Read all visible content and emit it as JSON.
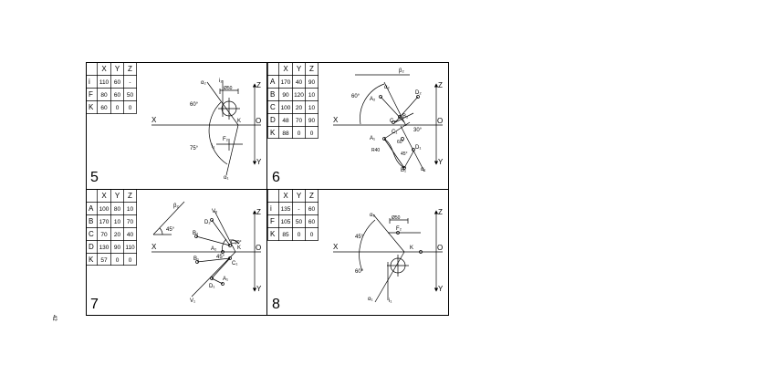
{
  "page_number": "42",
  "panels": [
    {
      "number": "5",
      "table": {
        "headers": [
          "",
          "X",
          "Y",
          "Z"
        ],
        "rows": [
          [
            "i",
            "110",
            "60",
            "-"
          ],
          [
            "F",
            "80",
            "60",
            "50"
          ],
          [
            "K",
            "60",
            "0",
            "0"
          ]
        ]
      },
      "labels": {
        "x": "X",
        "z": "Z",
        "y": "Y",
        "o": "O",
        "k": "K",
        "alpha2": "α₂",
        "alpha1": "α₁",
        "i2": "i₂",
        "i1": "i₁",
        "f2": "F₂",
        "dia": "Ø50",
        "ang60": "60°",
        "ang75": "75°"
      }
    },
    {
      "number": "6",
      "table": {
        "headers": [
          "",
          "X",
          "Y",
          "Z"
        ],
        "rows": [
          [
            "A",
            "170",
            "40",
            "90"
          ],
          [
            "B",
            "90",
            "120",
            "10"
          ],
          [
            "C",
            "100",
            "20",
            "10"
          ],
          [
            "D",
            "48",
            "70",
            "90"
          ],
          [
            "K",
            "88",
            "0",
            "0"
          ]
        ]
      },
      "labels": {
        "x": "X",
        "z": "Z",
        "y": "Y",
        "o": "O",
        "beta2": "β₂",
        "alpha2": "α₂",
        "alpha1": "α₁",
        "a2": "A₂",
        "d2": "D₂",
        "c2": "C₂",
        "b2": "B₂",
        "a1": "A₁",
        "c1": "C₁",
        "d1": "D₁",
        "b1": "B₁",
        "ang60": "60°",
        "ang60b": "60°",
        "ang30": "30°",
        "ang45": "45°",
        "r40": "R40"
      }
    },
    {
      "number": "7",
      "table": {
        "headers": [
          "",
          "X",
          "Y",
          "Z"
        ],
        "rows": [
          [
            "A",
            "100",
            "80",
            "10"
          ],
          [
            "B",
            "170",
            "10",
            "70"
          ],
          [
            "C",
            "70",
            "20",
            "40"
          ],
          [
            "D",
            "130",
            "90",
            "110"
          ],
          [
            "K",
            "57",
            "0",
            "0"
          ]
        ]
      },
      "labels": {
        "x": "X",
        "z": "Z",
        "y": "Y",
        "o": "O",
        "k": "K",
        "beta2": "β₂",
        "ang45": "45°",
        "ang45b": "45°",
        "ang30": "30°",
        "v2": "V₂",
        "d2": "D₂",
        "b2": "B₂",
        "c2": "C₂",
        "a2": "A₂",
        "b1": "B₁",
        "c1": "C₁",
        "a1": "A₁",
        "d1": "D₁",
        "v1": "V₁"
      }
    },
    {
      "number": "8",
      "table": {
        "headers": [
          "",
          "X",
          "Y",
          "Z"
        ],
        "rows": [
          [
            "i",
            "135",
            "-",
            "60"
          ],
          [
            "F",
            "105",
            "50",
            "60"
          ],
          [
            "K",
            "85",
            "0",
            "0"
          ]
        ]
      },
      "labels": {
        "x": "X",
        "z": "Z",
        "y": "Y",
        "o": "O",
        "k": "K",
        "alpha2": "α₂",
        "alpha1": "α₁",
        "i1": "i₁",
        "f2": "F₂",
        "dia": "Ø50",
        "ang45": "45°",
        "ang60": "60°"
      }
    }
  ]
}
